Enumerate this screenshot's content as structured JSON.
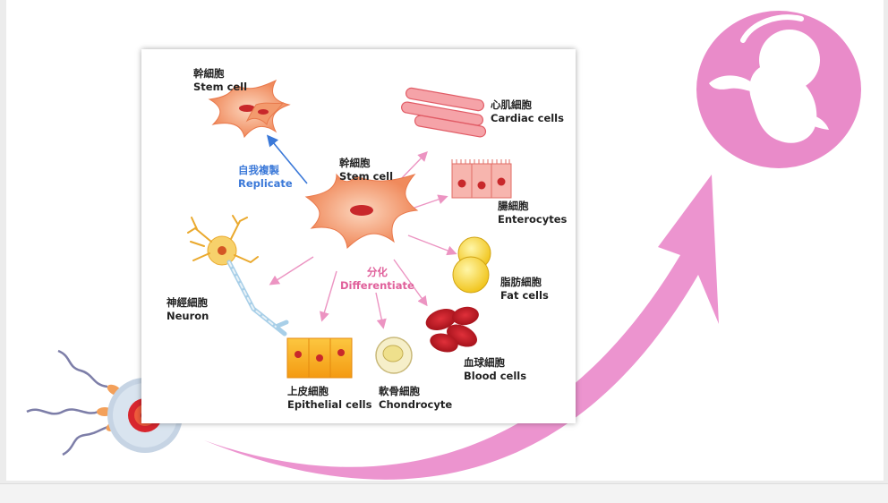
{
  "diagram": {
    "center": {
      "zh": "幹細胞",
      "en": "Stem cell"
    },
    "replicate": {
      "zh": "自我複製",
      "en": "Replicate"
    },
    "differentiate": {
      "zh": "分化",
      "en": "Differentiate"
    },
    "stem_copy": {
      "zh": "幹細胞",
      "en": "Stem cell"
    },
    "cardiac": {
      "zh": "心肌細胞",
      "en": "Cardiac cells"
    },
    "enterocytes": {
      "zh": "腸細胞",
      "en": "Enterocytes"
    },
    "fat": {
      "zh": "脂肪細胞",
      "en": "Fat cells"
    },
    "blood": {
      "zh": "血球細胞",
      "en": "Blood cells"
    },
    "chondrocyte": {
      "zh": "軟骨細胞",
      "en": "Chondrocyte"
    },
    "epithelial": {
      "zh": "上皮細胞",
      "en": "Epithelial cells"
    },
    "neuron": {
      "zh": "神經細胞",
      "en": "Neuron"
    }
  },
  "colors": {
    "accent_pink": "#e98bc9",
    "replicate_blue": "#3a78d8",
    "differentiate_pink": "#e0609b"
  }
}
